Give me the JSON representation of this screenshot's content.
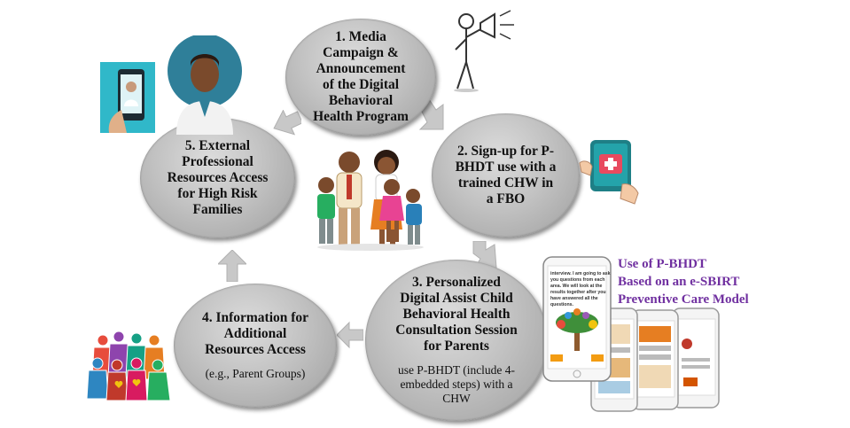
{
  "steps": [
    {
      "number": "1.",
      "lines": [
        "Media",
        "Campaign &",
        "Announcement",
        "of the Digital",
        "Behavioral",
        "Health Program"
      ]
    },
    {
      "number": "2.",
      "lines": [
        "Sign-up  for P-",
        "BHDT use with a",
        "trained  CHW in",
        "a FBO"
      ]
    },
    {
      "number": "3.",
      "lines": [
        "Personalized",
        "Digital Assist Child",
        "Behavioral Health",
        "Consultation  Session",
        "for Parents"
      ],
      "sub": [
        "use P-BHDT (include 4-",
        "embedded steps) with a",
        "CHW"
      ]
    },
    {
      "number": "4.",
      "lines": [
        "Information  for",
        "Additional",
        "Resources Access"
      ],
      "sub": [
        "(e.g., Parent Groups)"
      ]
    },
    {
      "number": "5.",
      "lines": [
        "External",
        "Professional",
        "Resources Access",
        "for High Risk",
        "Families"
      ]
    }
  ],
  "callout": [
    "Use of P-BHDT",
    "Based on an e-SBIRT",
    "Preventive Care Model"
  ],
  "phone_screen_text": [
    "interview. I am going to ask",
    "you questions from each",
    "area. We will look at the",
    "results together after you",
    "have answered all the",
    "questions."
  ],
  "colors": {
    "node_fill": "#c2c2c2",
    "arrow": "#c8c8c8",
    "callout_text": "#7030a0"
  },
  "icons": [
    "megaphone-person-icon",
    "tablet-medical-icon",
    "smartphone-app-screens-icon",
    "community-people-icon",
    "doctor-video-call-icon",
    "family-icon"
  ]
}
